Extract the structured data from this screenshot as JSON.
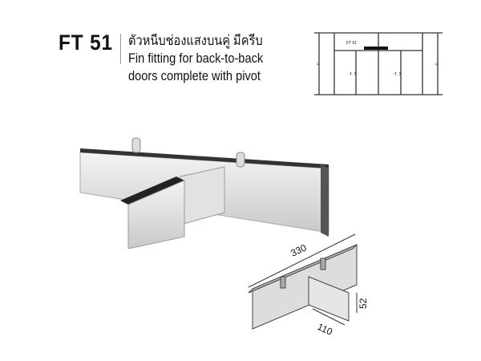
{
  "product": {
    "code": "FT 51",
    "title_thai": "ตัวหนีบช่องแสงบนคู่ มีครีบ",
    "description_line1": "Fin fitting for back-to-back",
    "description_line2": "doors complete with pivot"
  },
  "elevation_diagram": {
    "label": "FT 51",
    "door_handle_glyphs": [
      "‹ ›",
      "‹ ›"
    ]
  },
  "dimension_drawing": {
    "length": "330",
    "width": "110",
    "height": "52"
  },
  "colors": {
    "text": "#111111",
    "divider": "#999999",
    "metal_light": "#e6e6e6",
    "metal_dark": "#555555"
  }
}
